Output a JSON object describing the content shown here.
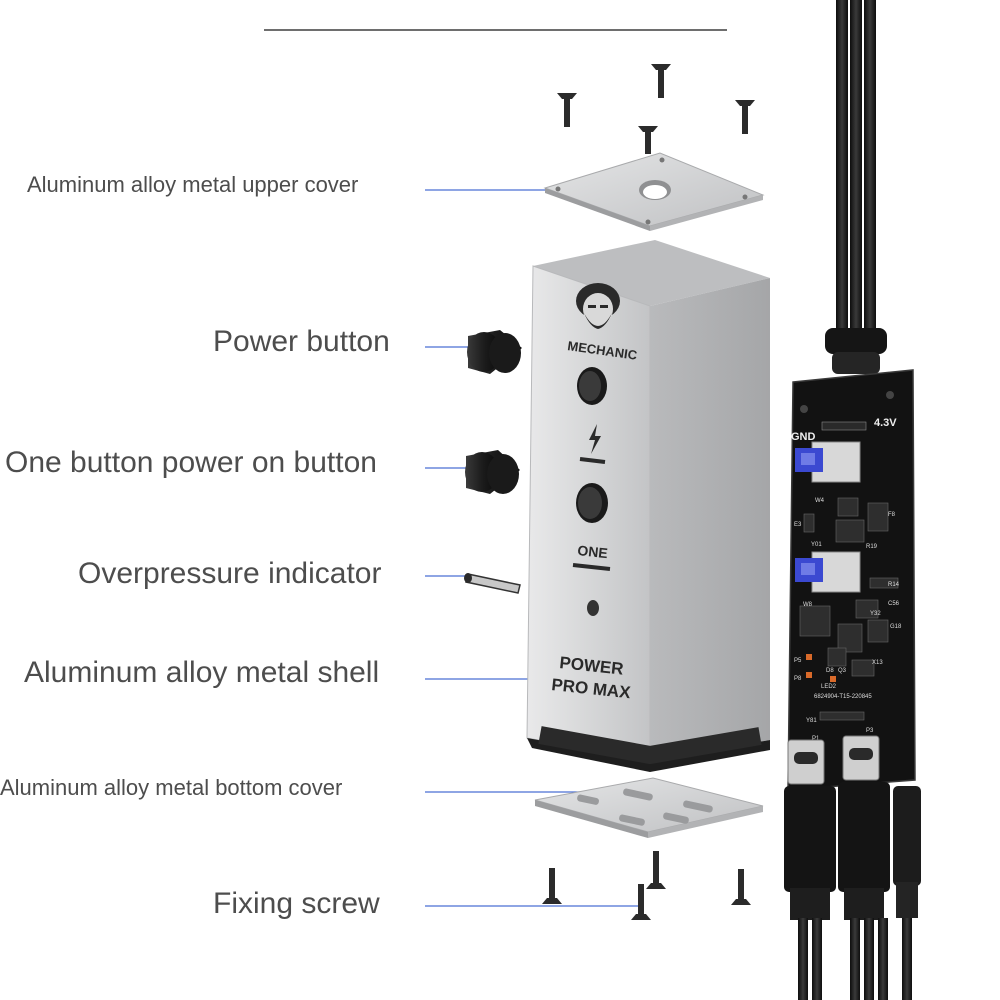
{
  "labels": {
    "upper_cover": "Aluminum alloy metal upper cover",
    "power_button": "Power button",
    "one_button": "One button power on button",
    "indicator": "Overpressure indicator",
    "shell": "Aluminum alloy metal shell",
    "bottom_cover": "Aluminum alloy metal bottom cover",
    "screw": "Fixing screw"
  },
  "device": {
    "brand": "MECHANIC",
    "model_line1": "POWER",
    "model_line2": "PRO MAX",
    "one_mark": "ONE"
  },
  "pcb": {
    "gnd": "GND",
    "voltage": "4.3V",
    "serial": "6824904-T15-220845",
    "refs": [
      "W4",
      "E3",
      "F8",
      "Y01",
      "R19",
      "R14",
      "W8",
      "C56",
      "Y32",
      "G18",
      "P5",
      "D8",
      "Q3",
      "X13",
      "P8",
      "LED2",
      "Y81",
      "P1",
      "P3"
    ]
  },
  "colors": {
    "leader_line": "#4a6fd4",
    "label_text": "#4d4d4d",
    "aluminum": "#c9cacc",
    "pcb": "#121212",
    "button_blue": "#3b49d1",
    "cable": "#1a1a1a"
  },
  "icons": {
    "bolt": "lightning-bolt-icon",
    "logo": "mechanic-face-logo"
  }
}
